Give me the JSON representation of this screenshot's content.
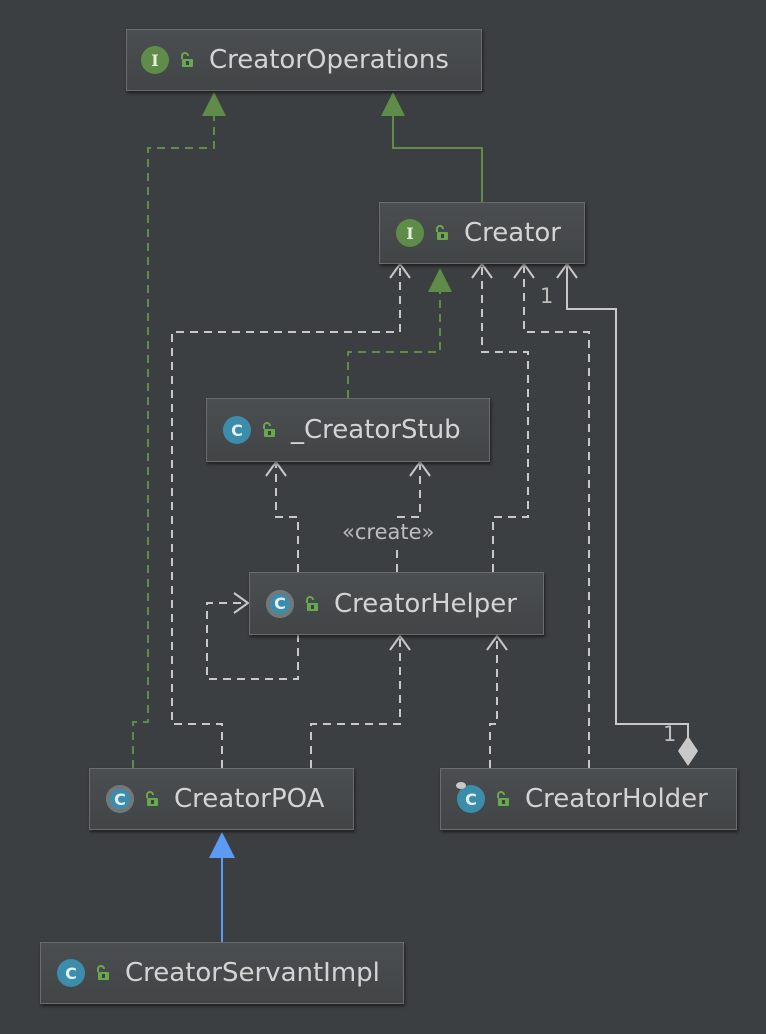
{
  "nodes": {
    "creator_operations": {
      "kind_letter": "I",
      "name": "CreatorOperations"
    },
    "creator": {
      "kind_letter": "I",
      "name": "Creator"
    },
    "creator_stub": {
      "kind_letter": "C",
      "name": "_CreatorStub"
    },
    "creator_helper": {
      "kind_letter": "C",
      "name": "CreatorHelper"
    },
    "creator_poa": {
      "kind_letter": "C",
      "name": "CreatorPOA"
    },
    "creator_holder": {
      "kind_letter": "C",
      "name": "CreatorHolder"
    },
    "creator_servant_impl": {
      "kind_letter": "C",
      "name": "CreatorServantImpl"
    }
  },
  "edge_labels": {
    "create_stereotype": "«create»",
    "multiplicity_creator_end": "1",
    "multiplicity_holder_end": "1"
  },
  "colors": {
    "background": "#3c3f41",
    "interface_realization": "#5f8d49",
    "dependency": "#c8c8c8",
    "generalization": "#5b9bf3",
    "aggregation": "#c8c8c8",
    "interface_badge": "#5f8d49",
    "class_badge": "#3c8dab"
  },
  "icons": {
    "interface": "interface-icon",
    "class": "class-icon",
    "abstract_class": "abstract-class-icon",
    "final_class": "final-class-icon",
    "visibility": "public-lock-icon"
  }
}
